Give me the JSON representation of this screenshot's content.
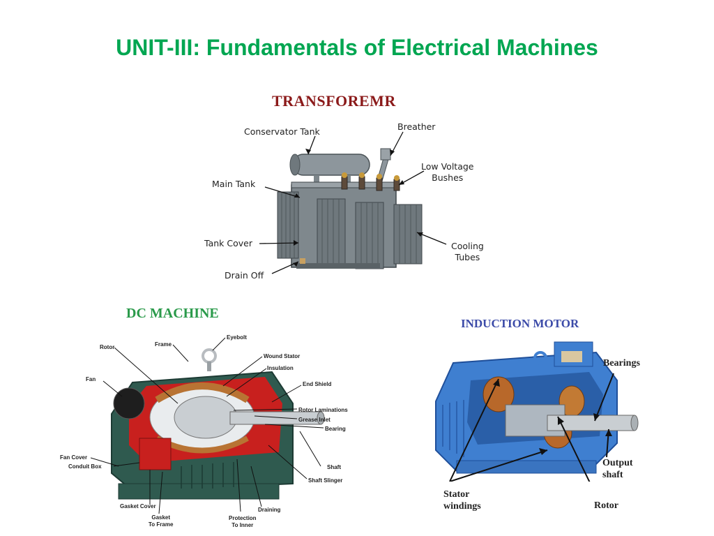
{
  "slide": {
    "title": "UNIT-III: Fundamentals of Electrical Machines"
  },
  "transformer": {
    "heading": "TRANSFOREMR",
    "labels": {
      "conservator_tank": "Conservator Tank",
      "breather": "Breather",
      "main_tank": "Main Tank",
      "low_voltage_bushes": "Low Voltage\nBushes",
      "tank_cover": "Tank Cover",
      "cooling_tubes": "Cooling\nTubes",
      "drain_off": "Drain Off"
    }
  },
  "dc_machine": {
    "heading": "DC MACHINE",
    "labels": {
      "eyebolt": "Eyebolt",
      "frame": "Frame",
      "rotor": "Rotor",
      "wound_stator": "Wound Stator",
      "insulation": "Insulation",
      "fan": "Fan",
      "end_shield": "End Shield",
      "rotor_laminations": "Rotor Laminations",
      "grease_inlet": "Grease Inlet",
      "bearing": "Bearing",
      "fan_cover": "Fan Cover",
      "conduit_box": "Conduit Box",
      "shaft": "Shaft",
      "shaft_slinger": "Shaft Slinger",
      "draining": "Draining",
      "gasket_cover": "Gasket Cover",
      "gasket_to_frame": "Gasket\nTo Frame",
      "protection_to_inner": "Protection\nTo Inner"
    }
  },
  "induction_motor": {
    "heading": "INDUCTION MOTOR",
    "labels": {
      "bearings": "Bearings",
      "output_shaft": "Output\nshaft",
      "stator_windings": "Stator\nwindings",
      "rotor": "Rotor"
    }
  }
}
